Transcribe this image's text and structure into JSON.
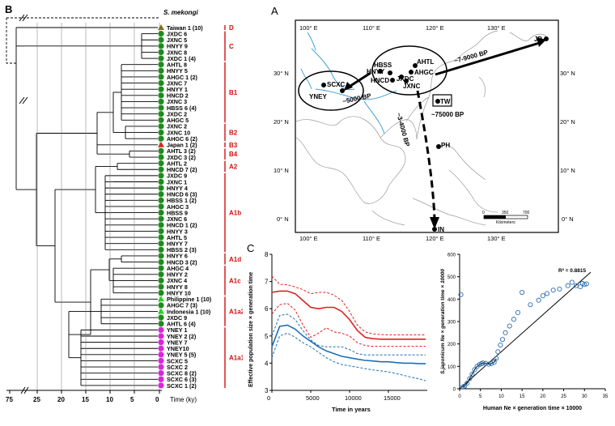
{
  "panel_letters": {
    "b": "B",
    "a": "A",
    "c": "C"
  },
  "tree": {
    "outgroup": "S. mekongi",
    "time_axis_label": "Time (ky)",
    "time_ticks": [
      "75",
      "25",
      "20",
      "15",
      "10",
      "5",
      "0"
    ],
    "leaves": [
      {
        "label": "Taiwan 1 (10)",
        "color": "#8b6d1a",
        "shape": "triangle"
      },
      {
        "label": "JXDC 6",
        "color": "#1a8c1a",
        "shape": "circle"
      },
      {
        "label": "JXNC 5",
        "color": "#1a8c1a",
        "shape": "circle"
      },
      {
        "label": "HNYY 9",
        "color": "#1a8c1a",
        "shape": "circle"
      },
      {
        "label": "JXNC 8",
        "color": "#1a8c1a",
        "shape": "circle"
      },
      {
        "label": "JXDC 1 (4)",
        "color": "#1a8c1a",
        "shape": "circle"
      },
      {
        "label": "AHTL 8",
        "color": "#1a8c1a",
        "shape": "circle"
      },
      {
        "label": "HNYY 5",
        "color": "#1a8c1a",
        "shape": "circle"
      },
      {
        "label": "AHGC 1 (2)",
        "color": "#1a8c1a",
        "shape": "circle"
      },
      {
        "label": "JXNC 7",
        "color": "#1a8c1a",
        "shape": "circle"
      },
      {
        "label": "HNYY 1",
        "color": "#1a8c1a",
        "shape": "circle"
      },
      {
        "label": "HNCD 2",
        "color": "#1a8c1a",
        "shape": "circle"
      },
      {
        "label": "JXNC 3",
        "color": "#1a8c1a",
        "shape": "circle"
      },
      {
        "label": "HBSS 6 (4)",
        "color": "#1a8c1a",
        "shape": "circle"
      },
      {
        "label": "JXDC 2",
        "color": "#1a8c1a",
        "shape": "circle"
      },
      {
        "label": "AHGC 5",
        "color": "#1a8c1a",
        "shape": "circle"
      },
      {
        "label": "JXNC 2",
        "color": "#1a8c1a",
        "shape": "circle"
      },
      {
        "label": "JXNC 10",
        "color": "#1a8c1a",
        "shape": "circle"
      },
      {
        "label": "AHGC 6 (2)",
        "color": "#1a8c1a",
        "shape": "circle"
      },
      {
        "label": "Japan 1 (2)",
        "color": "#e02020",
        "shape": "triangle"
      },
      {
        "label": "AHTL 3 (2)",
        "color": "#1a8c1a",
        "shape": "circle"
      },
      {
        "label": "JXDC 3 (2)",
        "color": "#1a8c1a",
        "shape": "circle"
      },
      {
        "label": "AHTL 2",
        "color": "#1a8c1a",
        "shape": "circle"
      },
      {
        "label": "HNCD 7 (2)",
        "color": "#1a8c1a",
        "shape": "circle"
      },
      {
        "label": "JXDC 9",
        "color": "#1a8c1a",
        "shape": "circle"
      },
      {
        "label": "JXNC 1",
        "color": "#1a8c1a",
        "shape": "circle"
      },
      {
        "label": "HNYY 4",
        "color": "#1a8c1a",
        "shape": "circle"
      },
      {
        "label": "HNCD 6 (3)",
        "color": "#1a8c1a",
        "shape": "circle"
      },
      {
        "label": "HBSS 1 (2)",
        "color": "#1a8c1a",
        "shape": "circle"
      },
      {
        "label": "AHGC 3",
        "color": "#1a8c1a",
        "shape": "circle"
      },
      {
        "label": "HBSS 9",
        "color": "#1a8c1a",
        "shape": "circle"
      },
      {
        "label": "JXNC 6",
        "color": "#1a8c1a",
        "shape": "circle"
      },
      {
        "label": "HNCD 1 (2)",
        "color": "#1a8c1a",
        "shape": "circle"
      },
      {
        "label": "HNYY 3",
        "color": "#1a8c1a",
        "shape": "circle"
      },
      {
        "label": "AHTL 5",
        "color": "#1a8c1a",
        "shape": "circle"
      },
      {
        "label": "HNYY 7",
        "color": "#1a8c1a",
        "shape": "circle"
      },
      {
        "label": "HBSS 2 (3)",
        "color": "#1a8c1a",
        "shape": "circle"
      },
      {
        "label": "HNYY 6",
        "color": "#1a8c1a",
        "shape": "circle"
      },
      {
        "label": "HNCD 3 (2)",
        "color": "#1a8c1a",
        "shape": "circle"
      },
      {
        "label": "AHGC 4",
        "color": "#1a8c1a",
        "shape": "circle"
      },
      {
        "label": "HNYY 2",
        "color": "#1a8c1a",
        "shape": "circle"
      },
      {
        "label": "JXNC 4",
        "color": "#1a8c1a",
        "shape": "circle"
      },
      {
        "label": "HNYY 8",
        "color": "#1a8c1a",
        "shape": "circle"
      },
      {
        "label": "HNYY 10",
        "color": "#1a8c1a",
        "shape": "circle"
      },
      {
        "label": "Philippine 1 (10)",
        "color": "#1ed81e",
        "shape": "triangle"
      },
      {
        "label": "AHGC 7 (3)",
        "color": "#1a8c1a",
        "shape": "circle"
      },
      {
        "label": "Indonesia 1 (10)",
        "color": "#1ed81e",
        "shape": "triangle"
      },
      {
        "label": "JXDC 9",
        "color": "#1a8c1a",
        "shape": "circle"
      },
      {
        "label": "AHTL 6 (4)",
        "color": "#1a8c1a",
        "shape": "circle"
      },
      {
        "label": "YNEY 1",
        "color": "#e020e0",
        "shape": "circle"
      },
      {
        "label": "YNEY 2 (2)",
        "color": "#e020e0",
        "shape": "circle"
      },
      {
        "label": "YNEY 7",
        "color": "#e020e0",
        "shape": "circle"
      },
      {
        "label": "YNEY10",
        "color": "#e020e0",
        "shape": "circle"
      },
      {
        "label": "YNEY 5 (5)",
        "color": "#e020e0",
        "shape": "circle"
      },
      {
        "label": "SCXC 5",
        "color": "#e020e0",
        "shape": "circle"
      },
      {
        "label": "SCXC 2",
        "color": "#e020e0",
        "shape": "circle"
      },
      {
        "label": "SCXC 8 (2)",
        "color": "#e020e0",
        "shape": "circle"
      },
      {
        "label": "SCXC 6 (3)",
        "color": "#e020e0",
        "shape": "circle"
      },
      {
        "label": "SCXC 1 (2)",
        "color": "#e020e0",
        "shape": "circle"
      }
    ],
    "clades": [
      {
        "name": "D",
        "from": 0,
        "to": 0
      },
      {
        "name": "C",
        "from": 1,
        "to": 5
      },
      {
        "name": "B1",
        "from": 6,
        "to": 15
      },
      {
        "name": "B2",
        "from": 16,
        "to": 18
      },
      {
        "name": "B3",
        "from": 19,
        "to": 19
      },
      {
        "name": "B4",
        "from": 20,
        "to": 21
      },
      {
        "name": "A2",
        "from": 22,
        "to": 23
      },
      {
        "name": "A1b",
        "from": 24,
        "to": 36
      },
      {
        "name": "A1d",
        "from": 37,
        "to": 38
      },
      {
        "name": "A1c",
        "from": 39,
        "to": 43
      },
      {
        "name": "A1a2",
        "from": 44,
        "to": 48
      },
      {
        "name": "A1a1",
        "from": 49,
        "to": 58
      }
    ],
    "clade_color": "#d01010"
  },
  "map": {
    "lon_labels": [
      "100° E",
      "110° E",
      "120° E",
      "130° E"
    ],
    "lat_labels": [
      "30° N",
      "20° N",
      "10° N",
      "0° N"
    ],
    "sites": [
      "HBSS",
      "AHTL",
      "HNYY",
      "AHGC",
      "JXDC",
      "HNCD",
      "JXNC",
      "SCXC",
      "YNEY",
      "TW",
      "JP",
      "PH",
      "IN"
    ],
    "arrows": {
      "jp": "~7-9000 BP",
      "yn": "~5000 BP",
      "in": "~3-4000 BP",
      "tw": "~75000 BP"
    },
    "scale_labels": [
      "0",
      "350",
      "700"
    ],
    "scale_unit": "Kilometers"
  },
  "chart_data": [
    {
      "type": "line",
      "title": "",
      "xlabel": "Time in years",
      "ylabel": "Effective population size × generation time",
      "xlim": [
        0,
        20000
      ],
      "ylim": [
        3,
        8
      ],
      "xticks": [
        "0",
        "5000",
        "10000",
        "15000"
      ],
      "yticks": [
        "3",
        "4",
        "5",
        "6",
        "7",
        "8"
      ],
      "x": [
        0,
        1000,
        2000,
        3000,
        4000,
        5000,
        6000,
        7000,
        8000,
        9000,
        10000,
        11000,
        12000,
        13000,
        14000,
        15000,
        16000,
        17000,
        18000,
        19000,
        19800
      ],
      "series": [
        {
          "color": "#e02020",
          "dashed": true,
          "values": [
            7.2,
            6.9,
            6.88,
            6.8,
            6.7,
            6.55,
            6.6,
            6.6,
            6.5,
            6.3,
            5.9,
            5.4,
            5.15,
            5.07,
            5.05,
            5.04,
            5.04,
            5.04,
            5.04,
            5.04,
            5.04
          ]
        },
        {
          "color": "#e02020",
          "dashed": false,
          "values": [
            6.6,
            6.65,
            6.65,
            6.55,
            6.3,
            6.05,
            6.0,
            6.05,
            6.05,
            5.9,
            5.6,
            5.2,
            4.95,
            4.9,
            4.88,
            4.88,
            4.88,
            4.88,
            4.88,
            4.88,
            4.88
          ]
        },
        {
          "color": "#e02020",
          "dashed": true,
          "values": [
            5.8,
            6.15,
            6.2,
            5.95,
            5.4,
            4.95,
            5.1,
            5.3,
            5.15,
            5.1,
            5.0,
            4.75,
            4.65,
            4.62,
            4.62,
            4.62,
            4.62,
            4.62,
            4.62,
            4.62,
            4.62
          ]
        },
        {
          "color": "#1f6fb5",
          "dashed": true,
          "values": [
            5.0,
            5.75,
            5.8,
            5.6,
            5.2,
            4.85,
            4.65,
            4.6,
            4.6,
            4.6,
            4.5,
            4.35,
            4.3,
            4.3,
            4.3,
            4.3,
            4.3,
            4.3,
            4.3,
            4.3,
            4.3
          ]
        },
        {
          "color": "#1f6fb5",
          "dashed": false,
          "values": [
            4.6,
            5.35,
            5.4,
            5.25,
            5.0,
            4.8,
            4.6,
            4.45,
            4.35,
            4.25,
            4.2,
            4.15,
            4.1,
            4.08,
            4.05,
            4.05,
            4.02,
            4.0,
            4.0,
            3.98,
            3.98
          ]
        },
        {
          "color": "#1f6fb5",
          "dashed": true,
          "values": [
            4.2,
            5.0,
            5.1,
            4.95,
            4.75,
            4.6,
            4.4,
            4.2,
            4.05,
            3.95,
            3.9,
            3.85,
            3.8,
            3.75,
            3.72,
            3.68,
            3.62,
            3.55,
            3.48,
            3.42,
            3.35
          ]
        }
      ]
    },
    {
      "type": "scatter",
      "title": "",
      "xlabel": "Human Ne × generation time × 10000",
      "ylabel": "S.japonicum Ne × generation time × 10000",
      "xlim": [
        0,
        35
      ],
      "ylim": [
        0,
        600
      ],
      "xticks": [
        "0",
        "5",
        "10",
        "15",
        "20",
        "25",
        "30",
        "35"
      ],
      "yticks": [
        "0",
        "100",
        "200",
        "300",
        "400",
        "500",
        "600"
      ],
      "annotation": "R² = 0.8815",
      "fit": {
        "x": [
          0,
          31.5
        ],
        "y": [
          0,
          520
        ]
      },
      "x": [
        0.3,
        0.8,
        1.2,
        1.8,
        2.4,
        3.0,
        3.6,
        4.2,
        4.8,
        5.2,
        5.6,
        6.2,
        7.0,
        7.6,
        8.3,
        8.8,
        9.2,
        9.8,
        10.3,
        11.0,
        12.0,
        13.0,
        14.0,
        15.0,
        17.0,
        19.0,
        20.0,
        21.0,
        22.5,
        24.0,
        26.0,
        27.0,
        28.0,
        29.0,
        29.5,
        30.0,
        30.5
      ],
      "y": [
        420,
        8,
        12,
        25,
        45,
        65,
        85,
        100,
        108,
        112,
        115,
        113,
        110,
        112,
        118,
        135,
        165,
        195,
        220,
        250,
        280,
        310,
        340,
        430,
        375,
        395,
        415,
        425,
        440,
        445,
        460,
        475,
        460,
        455,
        470,
        465,
        468
      ]
    }
  ]
}
